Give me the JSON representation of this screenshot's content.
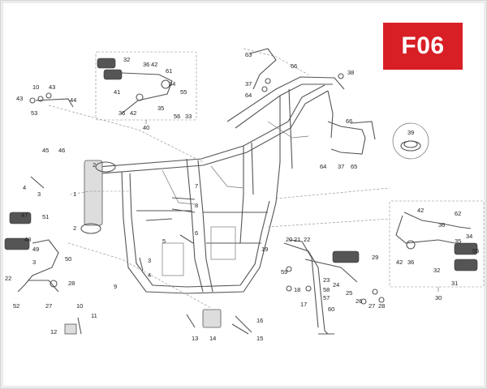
{
  "badge": {
    "text": "F06",
    "color": "#d81f26"
  },
  "labels": {
    "c63": "63",
    "c66a": "66",
    "c38": "38",
    "c37a": "37",
    "c64a": "64",
    "c32a": "32",
    "c36a": "36",
    "c42a": "42",
    "c61": "61",
    "c41": "41",
    "c34a": "34",
    "c55a": "55",
    "c36b": "36",
    "c42b": "42",
    "c35a": "35",
    "c56": "56",
    "c33": "33",
    "c40": "40",
    "c10a": "10",
    "c43a": "43",
    "c43b": "43",
    "c44": "44",
    "c53": "53",
    "c45": "45",
    "c46": "46",
    "c4a": "4",
    "c3a": "3",
    "c1": "1",
    "c2a": "2",
    "c2b": "2",
    "c47": "47",
    "c51": "51",
    "c48": "48",
    "c49": "49",
    "c3b": "3",
    "c50": "50",
    "c22a": "22",
    "c28a": "28",
    "c52": "52",
    "c27a": "27",
    "c10b": "10",
    "c11": "11",
    "c12": "12",
    "c7": "7",
    "c8": "8",
    "c5": "5",
    "c6": "6",
    "c3c": "3",
    "c4b": "4",
    "c9": "9",
    "c13": "13",
    "c14": "14",
    "c16": "16",
    "c15": "15",
    "c66b": "66",
    "c39": "39",
    "c64b": "64",
    "c37b": "37",
    "c65": "65",
    "c42c": "42",
    "c36c": "36",
    "c62": "62",
    "c34b": "34",
    "c35b": "35",
    "c55b": "55",
    "c42d": "42",
    "c36d": "36",
    "c32b": "32",
    "c31": "31",
    "c30": "30",
    "c19": "19",
    "c20": "20",
    "c21": "21",
    "c22b": "22",
    "c29": "29",
    "c59": "59",
    "c23": "23",
    "c58": "58",
    "c24": "24",
    "c25": "25",
    "c18": "18",
    "c57": "57",
    "c26": "26",
    "c27b": "27",
    "c28b": "28",
    "c17": "17",
    "c60": "60"
  },
  "icons": {
    "frame": "motorcycle-frame-icon",
    "footpeg": "footpeg-icon",
    "bolt": "bolt-icon",
    "clamp": "hose-clamp-icon",
    "stand": "side-stand-icon"
  }
}
